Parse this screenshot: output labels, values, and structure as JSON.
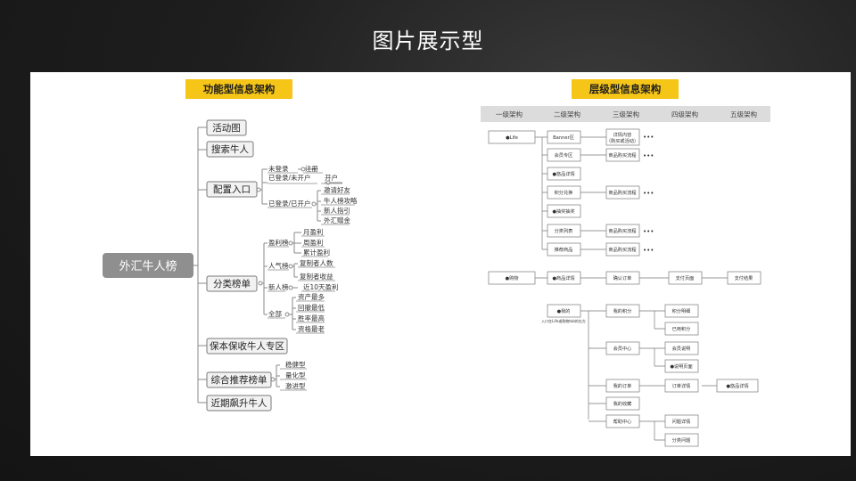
{
  "slide": {
    "title": "图片展示型"
  },
  "left": {
    "tag": "功能型信息架构",
    "root": "外汇牛人榜",
    "branches": {
      "b1": "活动图",
      "b2": "搜索牛人",
      "b3": "配置入口",
      "b3_unlogged": "未登录",
      "b3_register": "注册",
      "b3_logged_noacct": "已登录/未开户",
      "b3_open": "开户",
      "b3_logged_acct": "已登录/已开户",
      "b3_invite": "邀请好友",
      "b3_guide": "牛人榜攻略",
      "b3_newbie": "新人指引",
      "b3_gift": "外汇赠金",
      "b4": "分类榜单",
      "b4_profit": "盈利榜",
      "b4_month": "月盈利",
      "b4_week": "周盈利",
      "b4_total": "累计盈利",
      "b4_pop": "人气榜",
      "b4_copiers": "复制者人数",
      "b4_copyret": "复制者收益",
      "b4_new": "新人榜",
      "b4_10day": "近10天盈利",
      "b4_all": "全部",
      "b4_assets": "资产最多",
      "b4_drawdown": "回撤最低",
      "b4_winrate": "胜率最高",
      "b4_veteran": "资格最老",
      "b5": "保本保收牛人专区",
      "b6": "综合推荐榜单",
      "b6_stable": "稳健型",
      "b6_quant": "量化型",
      "b6_aggr": "激进型",
      "b7": "近期飙升牛人"
    }
  },
  "right": {
    "tag": "层级型信息架构",
    "levels": [
      "一级架构",
      "二级架构",
      "三级架构",
      "四级架构",
      "五级架构"
    ],
    "nodes": {
      "life": "●Life",
      "banner": "Banner区",
      "detail": "详情内容",
      "detail2": "（购买或活动）",
      "member": "会员专区",
      "flow1": "商品购买流程",
      "topic": "●悠品详情",
      "points": "积分兑换",
      "flow2": "商品购买流程",
      "flash": "●抽奖抽奖",
      "catlist": "分类列表",
      "flow3": "商品购买流程",
      "recommend": "推荐商品",
      "flow4": "商品购买流程",
      "cart": "●购物",
      "goodsdetail": "●商品详情",
      "confirm": "确认订单",
      "pay": "支付页面",
      "payresult": "支付结果",
      "mine": "●我的",
      "mine_note": "入口在Life或购物tab的右方",
      "mypoints": "我的积分",
      "pointdetail": "积分明细",
      "usedpoints": "已用积分",
      "center": "会员中心",
      "rules": "会员说明",
      "rulepage": "●说明页面",
      "myorders": "我的订单",
      "orderdetail": "订单详情",
      "goodsdetail2": "●悠品详情",
      "favorites": "我的收藏",
      "help": "帮助中心",
      "qdetail": "问题详情",
      "feedback": "分类问题"
    },
    "ellipsis": "•••"
  }
}
